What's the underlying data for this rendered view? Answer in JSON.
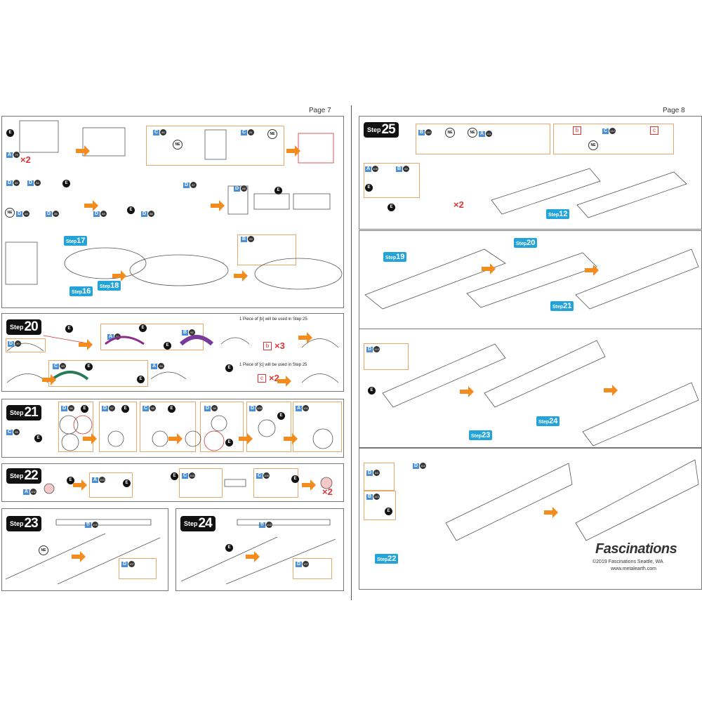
{
  "pages": {
    "left": "Page 7",
    "right": "Page 8"
  },
  "step_word": "Step",
  "steps": {
    "s20": "20",
    "s21": "21",
    "s22": "22",
    "s23": "23",
    "s24": "24",
    "s25": "25"
  },
  "notes": {
    "note_b": "1 Piece of [b] will be used in Step 25",
    "note_c": "1 Piece of [c] will be used in Step 25"
  },
  "multipliers": {
    "x2": "×2",
    "x3": "×3"
  },
  "marks": {
    "E": "E",
    "NE": "NE",
    "b": "b",
    "c": "c"
  },
  "letters": {
    "A": "A",
    "B": "B",
    "C": "C",
    "D": "D"
  },
  "step_refs": {
    "r17": "17",
    "r16": "16",
    "r18": "18",
    "r12": "12",
    "r19": "19",
    "r20": "20",
    "r21": "21",
    "r23": "23",
    "r24": "24",
    "r22": "22"
  },
  "brand": {
    "name": "Fascinations",
    "copyright": "©2019 Fascinations Seattle, WA",
    "url": "www.metalearth.com"
  },
  "colors": {
    "arrow": "#f28c1e",
    "step_ref": "#22a3d9",
    "part_label": "#4a90d9",
    "frame": "#e8a86a"
  }
}
